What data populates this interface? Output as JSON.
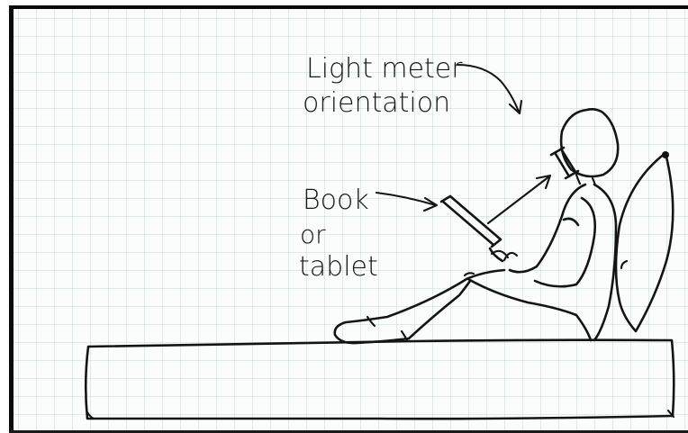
{
  "labels": {
    "light_meter_line1": "Light meter",
    "light_meter_line2": "orientation",
    "book_line1": "Book",
    "book_line2": "or",
    "book_line3": "tablet"
  },
  "colors": {
    "paper": "#fbfdfd",
    "grid": "#bcd6da",
    "ink": "#141414",
    "frame": "#0a0a0a"
  }
}
